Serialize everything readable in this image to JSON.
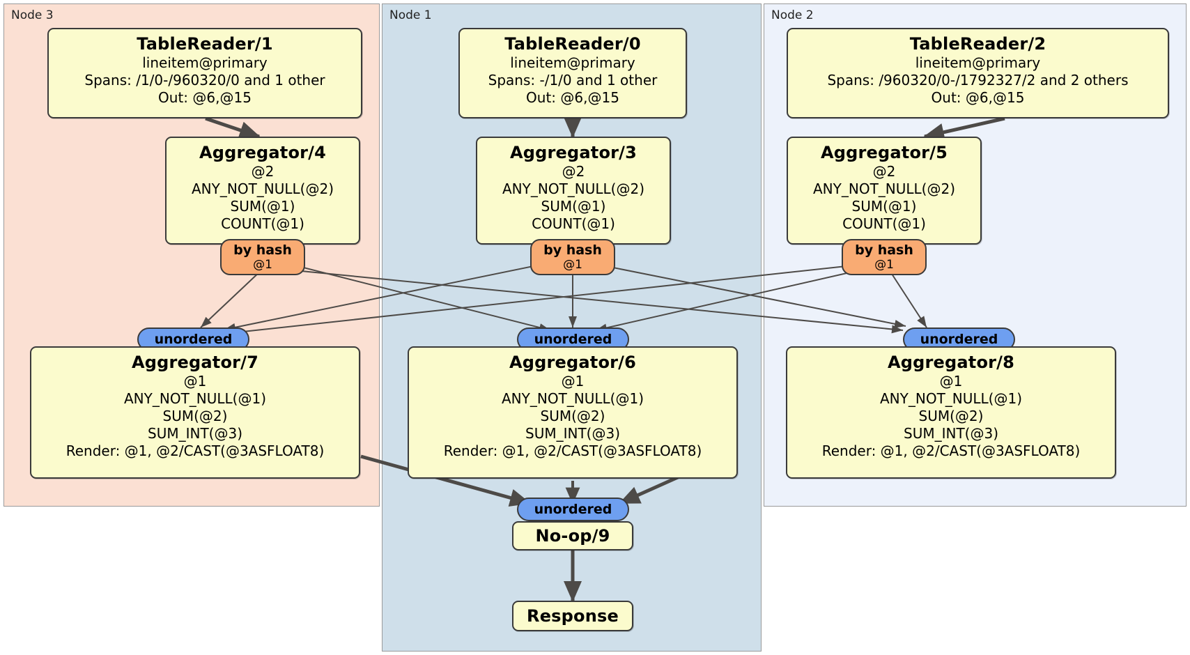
{
  "diagram": {
    "type": "distributed-query-plan",
    "colors": {
      "node3_bg": "#fbe0d3",
      "node1_bg": "#cfdfea",
      "node2_bg": "#edf2fb",
      "processor_bg": "#fbfbcd",
      "hash_badge_bg": "#f9ab73",
      "unordered_badge_bg": "#6e9ff0",
      "border": "#3a3a3a",
      "edge": "#4d4a47"
    },
    "nodes": [
      {
        "id": "node3",
        "label": "Node 3"
      },
      {
        "id": "node1",
        "label": "Node 1"
      },
      {
        "id": "node2",
        "label": "Node 2"
      }
    ],
    "processors": {
      "tablereader1": {
        "title": "TableReader/1",
        "lines": [
          "lineitem@primary",
          "Spans: /1/0-/960320/0 and 1 other",
          "Out: @6,@15"
        ]
      },
      "tablereader0": {
        "title": "TableReader/0",
        "lines": [
          "lineitem@primary",
          "Spans: -/1/0 and 1 other",
          "Out: @6,@15"
        ]
      },
      "tablereader2": {
        "title": "TableReader/2",
        "lines": [
          "lineitem@primary",
          "Spans: /960320/0-/1792327/2 and 2 others",
          "Out: @6,@15"
        ]
      },
      "aggregator4": {
        "title": "Aggregator/4",
        "lines": [
          "@2",
          "ANY_NOT_NULL(@2)",
          "SUM(@1)",
          "COUNT(@1)"
        ]
      },
      "aggregator3": {
        "title": "Aggregator/3",
        "lines": [
          "@2",
          "ANY_NOT_NULL(@2)",
          "SUM(@1)",
          "COUNT(@1)"
        ]
      },
      "aggregator5": {
        "title": "Aggregator/5",
        "lines": [
          "@2",
          "ANY_NOT_NULL(@2)",
          "SUM(@1)",
          "COUNT(@1)"
        ]
      },
      "aggregator7": {
        "title": "Aggregator/7",
        "lines": [
          "@1",
          "ANY_NOT_NULL(@1)",
          "SUM(@2)",
          "SUM_INT(@3)",
          "Render: @1, @2/CAST(@3ASFLOAT8)"
        ]
      },
      "aggregator6": {
        "title": "Aggregator/6",
        "lines": [
          "@1",
          "ANY_NOT_NULL(@1)",
          "SUM(@2)",
          "SUM_INT(@3)",
          "Render: @1, @2/CAST(@3ASFLOAT8)"
        ]
      },
      "aggregator8": {
        "title": "Aggregator/8",
        "lines": [
          "@1",
          "ANY_NOT_NULL(@1)",
          "SUM(@2)",
          "SUM_INT(@3)",
          "Render: @1, @2/CAST(@3ASFLOAT8)"
        ]
      },
      "noop9": {
        "title": "No-op/9",
        "lines": []
      },
      "response": {
        "title": "Response",
        "lines": []
      }
    },
    "badges": {
      "hash_left": {
        "label": "by hash",
        "sub": "@1"
      },
      "hash_mid": {
        "label": "by hash",
        "sub": "@1"
      },
      "hash_right": {
        "label": "by hash",
        "sub": "@1"
      },
      "unord_left": {
        "label": "unordered"
      },
      "unord_mid": {
        "label": "unordered"
      },
      "unord_right": {
        "label": "unordered"
      },
      "unord_final": {
        "label": "unordered"
      }
    }
  }
}
